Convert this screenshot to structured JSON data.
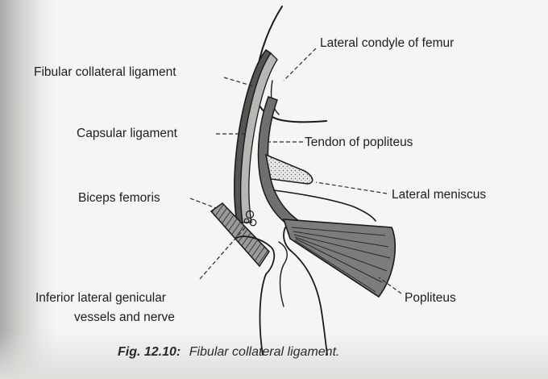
{
  "diagram": {
    "labels": {
      "lateral_condyle": "Lateral condyle of femur",
      "fibular_collateral": "Fibular collateral ligament",
      "capsular": "Capsular ligament",
      "tendon_popliteus": "Tendon of popliteus",
      "biceps": "Biceps femoris",
      "lateral_meniscus": "Lateral meniscus",
      "inferior_line1": "Inferior lateral genicular",
      "inferior_line2": "vessels and nerve",
      "popliteus": "Popliteus"
    },
    "caption": {
      "number": "Fig. 12.10:",
      "title": "Fibular collateral ligament."
    }
  },
  "colors": {
    "ink": "#1a1a1a",
    "ligament_gray": "#8d8d8b",
    "muscle_fill": "#7a7a78",
    "paper": "#f5f5f3"
  }
}
